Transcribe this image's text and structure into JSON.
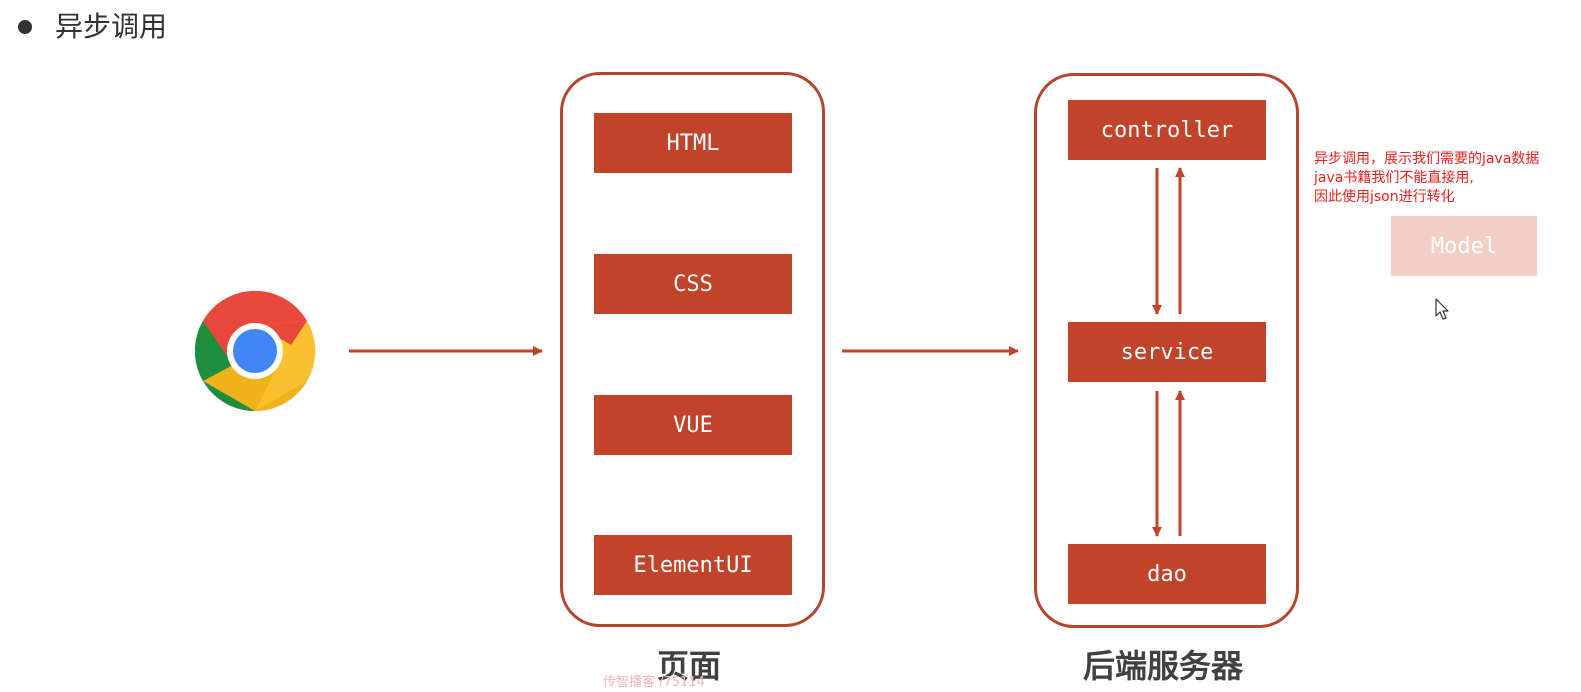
{
  "heading": "异步调用",
  "frontend": {
    "items": [
      "HTML",
      "CSS",
      "VUE",
      "ElementUI"
    ],
    "label": "页面"
  },
  "backend": {
    "controller": "controller",
    "service": "service",
    "dao": "dao",
    "label": "后端服务器"
  },
  "note": {
    "lines": [
      "异步调用，展示我们需要的java数据",
      "java书籍我们不能直接用,",
      "因此使用json进行转化"
    ]
  },
  "model": "Model",
  "watermark": "传智播客 /75114",
  "icons": {
    "browser": "chrome-browser-icon",
    "cursor": "mouse-cursor-icon"
  },
  "colors": {
    "accent": "#c1442a",
    "border": "#b5452d",
    "note": "#e8211b",
    "model_bg": "#f2cec6"
  }
}
